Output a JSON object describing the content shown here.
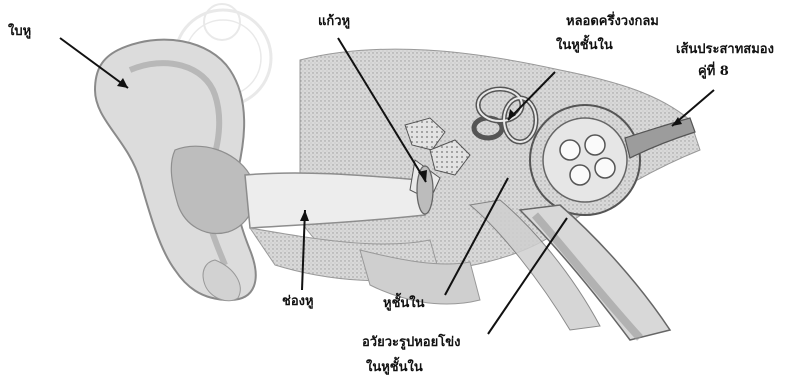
{
  "diagram": {
    "labels": {
      "pinna": "ใบหู",
      "eardrum": "แก้วหู",
      "semicircular_canals_line1": "หลอดครึ่งวงกลม",
      "semicircular_canals_line2": "ในหูชั้นใน",
      "auditory_nerve_line1": "เส้นประสาทสมอง",
      "auditory_nerve_line2": "คู่ที่ 8",
      "ear_canal": "ช่องหู",
      "inner_ear": "หูชั้นใน",
      "cochlea_line1": "อวัยวะรูปหอยโข่ง",
      "cochlea_line2": "ในหูชั้นใน"
    },
    "colors": {
      "line": "#111111",
      "tissue": "#cfcfcf",
      "tissue_dark": "#a9a9a9",
      "tissue_light": "#e8e8e8"
    },
    "watermark_present": true
  }
}
